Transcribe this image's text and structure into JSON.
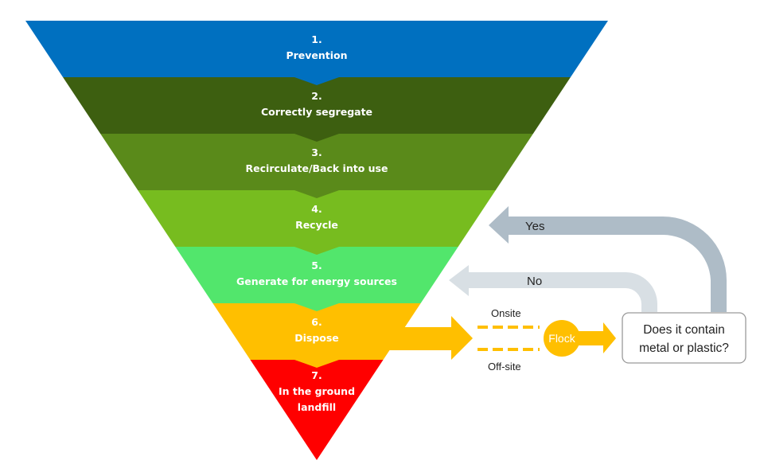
{
  "hierarchy": {
    "levels": [
      {
        "number": "1.",
        "lines": [
          "Prevention"
        ],
        "color": "#0070c0"
      },
      {
        "number": "2.",
        "lines": [
          "Correctly segregate"
        ],
        "color": "#3d5f10"
      },
      {
        "number": "3.",
        "lines": [
          "Recirculate/Back into use"
        ],
        "color": "#5a8a1a"
      },
      {
        "number": "4.",
        "lines": [
          "Recycle"
        ],
        "color": "#77bc1f"
      },
      {
        "number": "5.",
        "lines": [
          "Generate for energy sources"
        ],
        "color": "#52e66c"
      },
      {
        "number": "6.",
        "lines": [
          "Dispose"
        ],
        "color": "#ffbf00"
      },
      {
        "number": "7.",
        "lines": [
          "In the ground",
          "landfill"
        ],
        "color": "#ff0000"
      }
    ]
  },
  "flow": {
    "onsite_label": "Onsite",
    "offsite_label": "Off-site",
    "flock_label": "Flock",
    "decision_line1": "Does it contain",
    "decision_line2": "metal or plastic?",
    "yes_label": "Yes",
    "no_label": "No",
    "colors": {
      "dispose_arrow": "#ffbf00",
      "yes_arrow": "#aebcc7",
      "no_arrow": "#d8dfe4",
      "decision_border": "#9a9a9a"
    }
  }
}
